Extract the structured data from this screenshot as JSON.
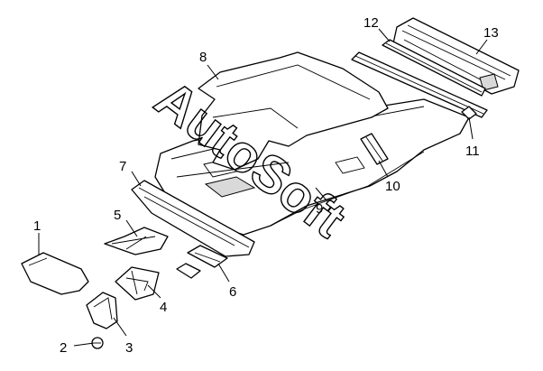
{
  "diagram": {
    "callouts": [
      {
        "id": "c1",
        "label": "1"
      },
      {
        "id": "c2",
        "label": "2"
      },
      {
        "id": "c3",
        "label": "3"
      },
      {
        "id": "c4",
        "label": "4"
      },
      {
        "id": "c5",
        "label": "5"
      },
      {
        "id": "c6",
        "label": "6"
      },
      {
        "id": "c7",
        "label": "7"
      },
      {
        "id": "c8",
        "label": "8"
      },
      {
        "id": "c9",
        "label": "9"
      },
      {
        "id": "c10",
        "label": "10"
      },
      {
        "id": "c11",
        "label": "11"
      },
      {
        "id": "c12",
        "label": "12"
      },
      {
        "id": "c13",
        "label": "13"
      }
    ],
    "watermark": {
      "text": "AutoSoft"
    }
  }
}
